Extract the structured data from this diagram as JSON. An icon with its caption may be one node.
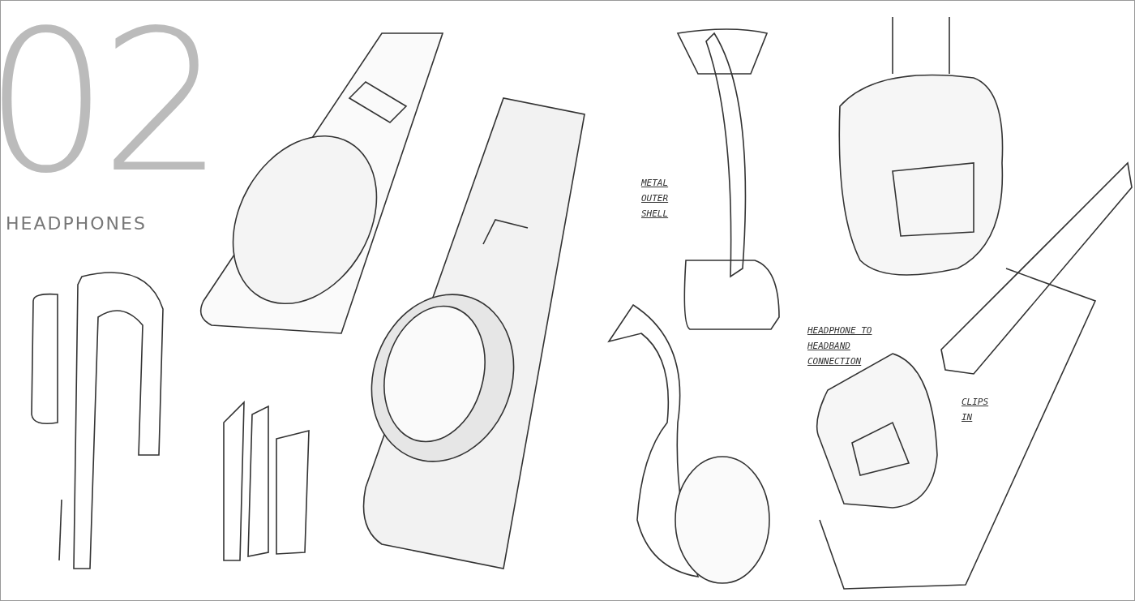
{
  "diagram": {
    "title": "HEADPHONES",
    "labels": [
      "02",
      "METAL OUTER SHELL",
      "HEADPHONE TO HEADBAND CONNECTION",
      "CLIPS IN"
    ]
  }
}
